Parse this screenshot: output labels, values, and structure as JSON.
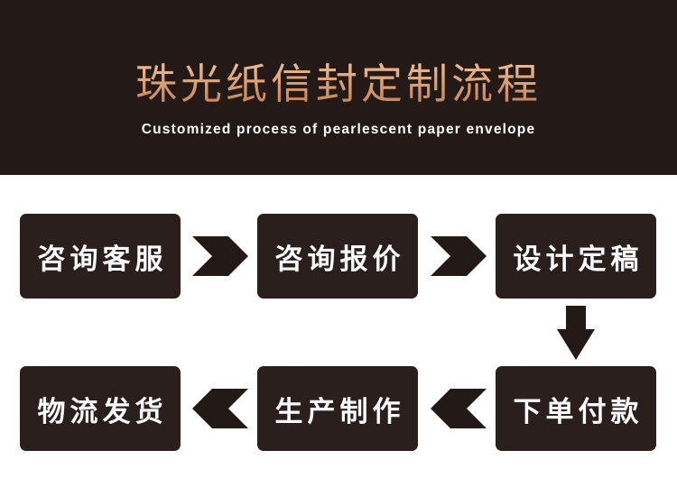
{
  "header": {
    "title": "珠光纸信封定制流程",
    "subtitle": "Customized process of pearlescent paper envelope"
  },
  "steps": [
    {
      "label": "咨询客服"
    },
    {
      "label": "咨询报价"
    },
    {
      "label": "设计定稿"
    },
    {
      "label": "下单付款"
    },
    {
      "label": "生产制作"
    },
    {
      "label": "物流发货"
    }
  ],
  "colors": {
    "banner_background": "#231a18",
    "title_gradient_light": "#f3c9a4",
    "title_gradient_dark": "#b8774e",
    "step_box": "#2a1f1c",
    "arrow": "#231a18"
  },
  "icons": {
    "arrow": "arrow-icon"
  }
}
